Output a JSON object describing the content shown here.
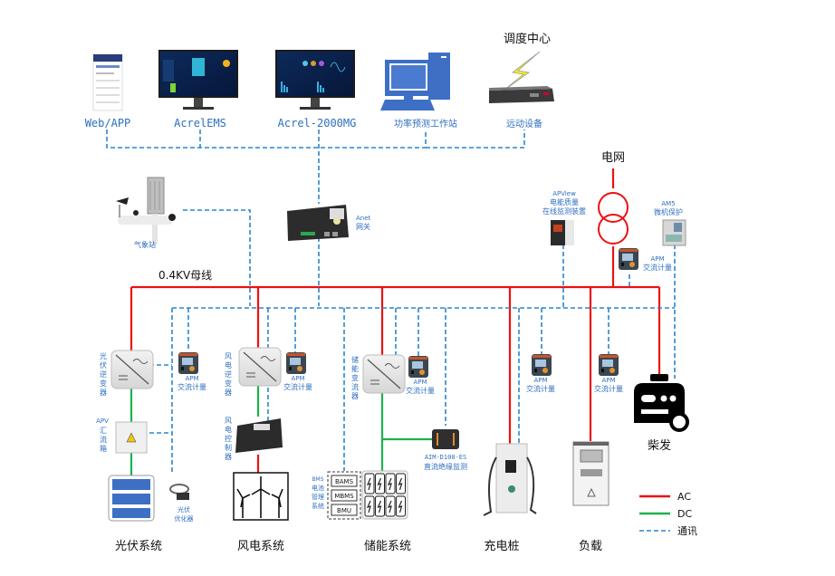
{
  "top_devices": {
    "web_app": "Web/APP",
    "acrel_ems": "AcrelEMS",
    "acrel_2000mg": "Acrel-2000MG",
    "forecast_station": "功率预测工作站",
    "telecontrol": "远动设备",
    "dispatch_center": "调度中心"
  },
  "gateway": {
    "line1": "Anet",
    "line2": "网关"
  },
  "weather_station": "气象站",
  "bus_label": "0.4KV母线",
  "grid": {
    "label": "电网",
    "apview": {
      "line1": "APView",
      "line2": "电能质量",
      "line3": "在线监测装置"
    },
    "am5": {
      "line1": "AM5",
      "line2": "微机保护"
    },
    "apm": {
      "line1": "APM",
      "line2": "交流计量"
    }
  },
  "pv": {
    "inverter": [
      "光",
      "伏",
      "逆",
      "变",
      "器"
    ],
    "combiner_title": "APV",
    "combiner": [
      "汇",
      "流",
      "箱"
    ],
    "apm": {
      "line1": "APM",
      "line2": "交流计量"
    },
    "optimizer": {
      "line1": "光伏",
      "line2": "优化器"
    },
    "system": "光伏系统"
  },
  "wind": {
    "inverter": [
      "风",
      "电",
      "逆",
      "变",
      "器"
    ],
    "controller": [
      "风",
      "电",
      "控",
      "制",
      "器"
    ],
    "apm": {
      "line1": "APM",
      "line2": "交流计量"
    },
    "system": "风电系统"
  },
  "storage": {
    "pcs": [
      "储",
      "能",
      "变",
      "流",
      "器"
    ],
    "apm": {
      "line1": "APM",
      "line2": "交流计量"
    },
    "aim": {
      "line1": "AIM-D100-ES",
      "line2": "直流绝缘监测"
    },
    "bms_title": "BMS",
    "bms": [
      "电池",
      "管理",
      "系统"
    ],
    "bms_units": [
      "BAMS",
      "MBMS",
      "BMU"
    ],
    "system": "储能系统"
  },
  "charger": {
    "apm": {
      "line1": "APM",
      "line2": "交流计量"
    },
    "system": "充电桩"
  },
  "load": {
    "apm": {
      "line1": "APM",
      "line2": "交流计量"
    },
    "system": "负载"
  },
  "diesel": {
    "system": "柴发"
  },
  "legend": [
    {
      "label": "AC",
      "color": "#ee1111",
      "style": "solid"
    },
    {
      "label": "DC",
      "color": "#1bb34a",
      "style": "solid"
    },
    {
      "label": "通讯",
      "color": "#2a86cf",
      "style": "dashed"
    }
  ]
}
